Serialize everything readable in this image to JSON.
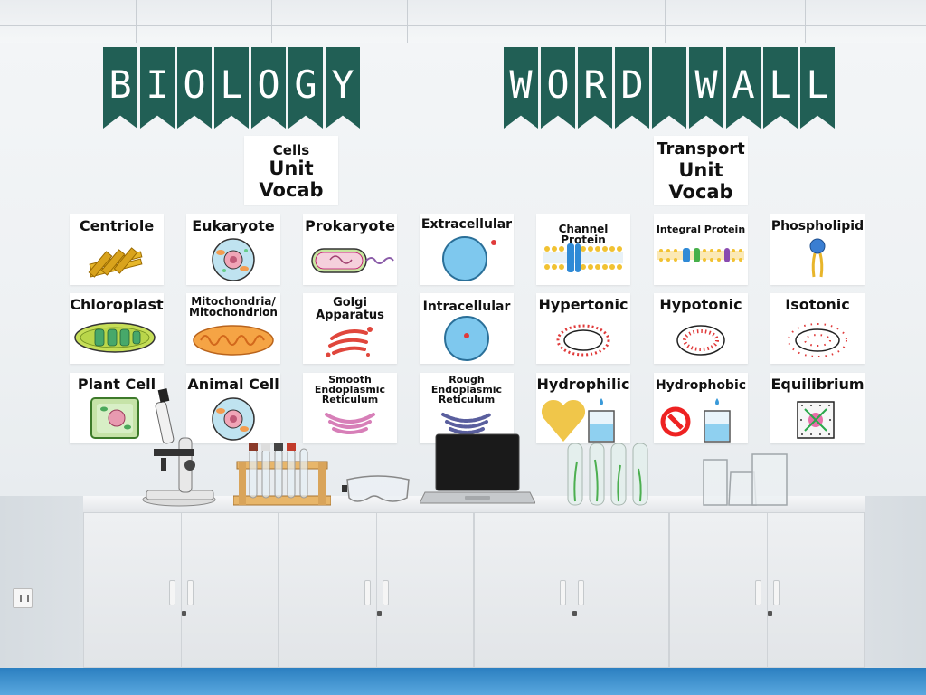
{
  "banner": {
    "left_letters": [
      "B",
      "I",
      "O",
      "L",
      "O",
      "G",
      "Y",
      "",
      ""
    ],
    "right_letters": [
      "W",
      "O",
      "R",
      "D",
      "",
      "W",
      "A",
      "L",
      "L"
    ]
  },
  "units": {
    "cells": {
      "line1": "Cells",
      "line2": "Unit",
      "line3": "Vocab"
    },
    "transport": {
      "line1": "Transport",
      "line2": "Unit",
      "line3": "Vocab"
    }
  },
  "cards": {
    "centriole": "Centriole",
    "eukaryote": "Eukaryote",
    "prokaryote": "Prokaryote",
    "extracellular": "Extracellular",
    "channel_protein": "Channel Protein",
    "integral_protein": "Integral Protein",
    "phospholipid": "Phospholipid",
    "chloroplast": "Chloroplast",
    "mitochondria_1": "Mitochondria/",
    "mitochondria_2": "Mitochondrion",
    "golgi_1": "Golgi",
    "golgi_2": "Apparatus",
    "intracellular": "Intracellular",
    "hypertonic": "Hypertonic",
    "hypotonic": "Hypotonic",
    "isotonic": "Isotonic",
    "plant_cell": "Plant Cell",
    "animal_cell": "Animal Cell",
    "smooth_er_1": "Smooth",
    "smooth_er_2": "Endoplasmic",
    "smooth_er_3": "Reticulum",
    "rough_er_1": "Rough",
    "rough_er_2": "Endoplasmic",
    "rough_er_3": "Reticulum",
    "hydrophilic": "Hydrophilic",
    "hydrophobic": "Hydrophobic",
    "equilibrium": "Equilibrium"
  },
  "colors": {
    "banner": "#215f55",
    "card_bg": "#ffffff",
    "floor": "#2b7fc0"
  },
  "props": [
    "microscope-icon",
    "test-tube-rack-icon",
    "safety-goggles-icon",
    "laptop-icon",
    "plant-test-tubes-icon",
    "beakers-icon"
  ]
}
